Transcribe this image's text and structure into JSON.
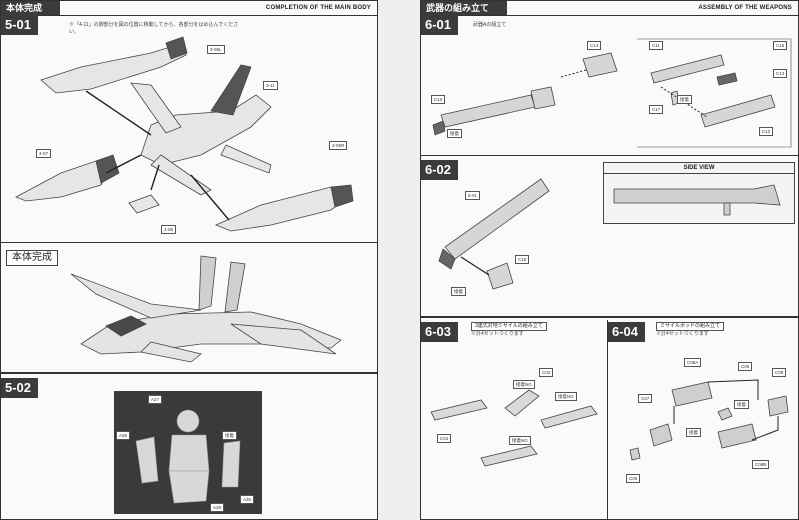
{
  "left_page": {
    "header_jp": "本体完成",
    "header_en": "COMPLETION OF THE MAIN BODY",
    "step_501": {
      "number": "5-01",
      "note": "※「4-11」の脚部分を図の位置に移動してから、各部分をはめ込んでください。",
      "labels": [
        "3-05L",
        "3-11",
        "3-07",
        "3-05R",
        "3-08"
      ]
    },
    "completion_label": "本体完成",
    "step_502": {
      "number": "5-02",
      "labels": [
        "A27",
        "A36",
        "接着",
        "A35",
        "A28"
      ]
    }
  },
  "right_page": {
    "header_jp": "武器の組み立て",
    "header_en": "ASSEMBLY OF THE WEAPONS",
    "step_601": {
      "number": "6-01",
      "title": "武器Aの組立て",
      "labels": [
        "C14",
        "C11",
        "C16",
        "C13",
        "C10",
        "接着",
        "C17",
        "接着",
        "C12"
      ]
    },
    "step_602": {
      "number": "6-02",
      "labels": [
        "6-01",
        "C15",
        "接着"
      ],
      "side_view": "SIDE VIEW"
    },
    "step_603": {
      "number": "6-03",
      "title": "3連式対地ミサイルの組み立て",
      "note": "※計4セットつくります",
      "labels": [
        "C03",
        "接着NG",
        "接着NG",
        "接着NG",
        "C04"
      ]
    },
    "step_604": {
      "number": "6-04",
      "title": "ミサイルポッドの組み立て",
      "note": "※計4セットつくります",
      "labels": [
        "C08A",
        "C06",
        "C09",
        "C07",
        "接着",
        "接着",
        "C08B",
        "C05"
      ]
    }
  }
}
